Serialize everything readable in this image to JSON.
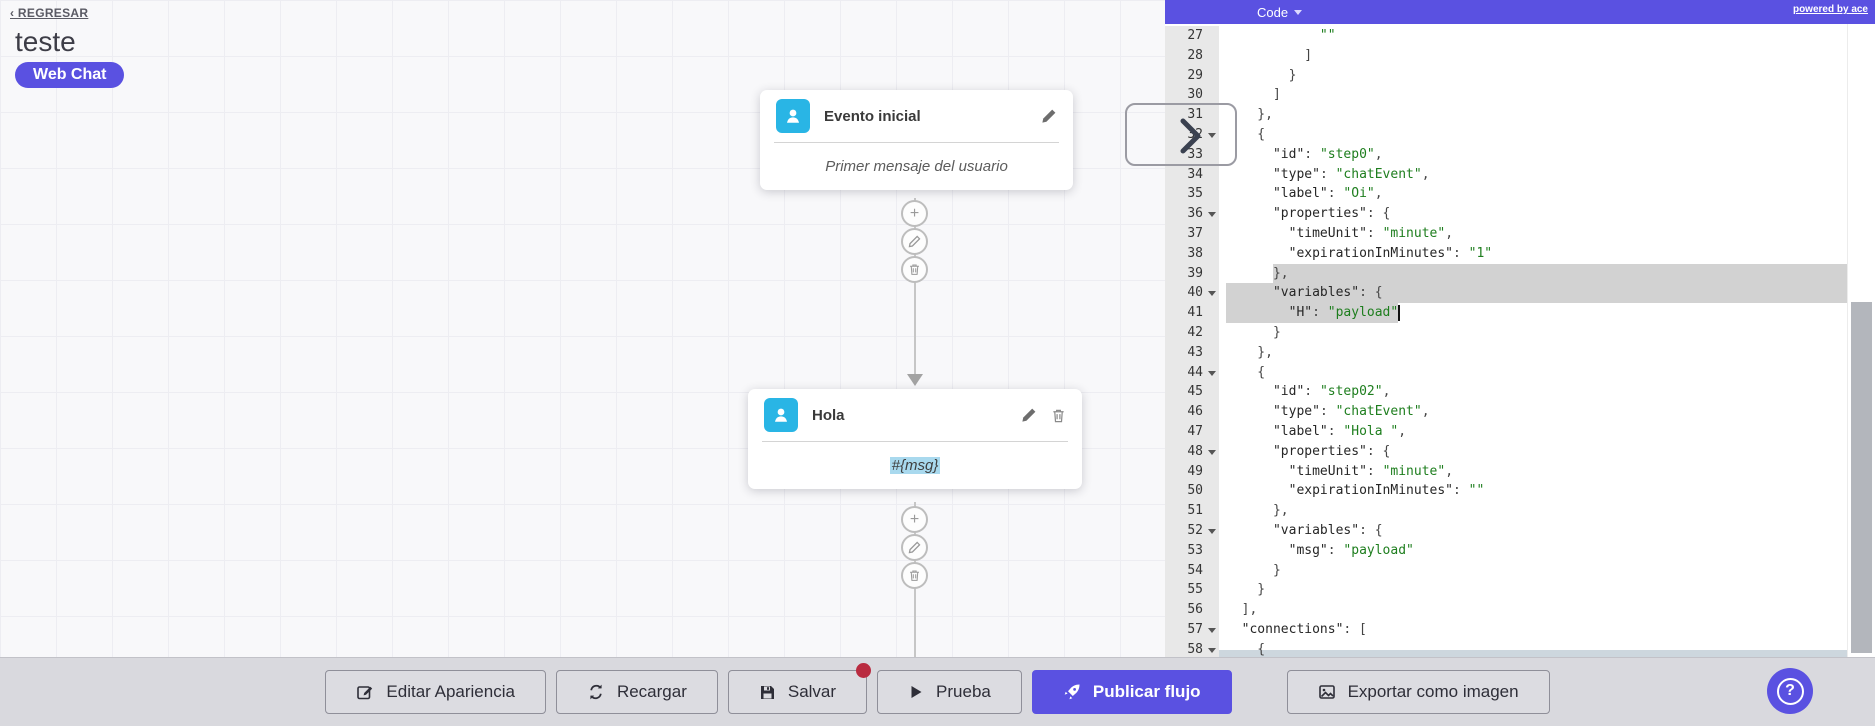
{
  "colors": {
    "accent": "#5a51e1",
    "node-ic": "#29b5e5",
    "str": "#1e7e1e",
    "sel": "#d2d2d2",
    "red": "#b92b40"
  },
  "canvas": {
    "back_link": "‹ REGRESAR",
    "flow_title": "teste",
    "channel_badge": "Web Chat",
    "nodes": [
      {
        "title": "Evento inicial",
        "body": "Primer mensaje del usuario"
      },
      {
        "title": "Hola",
        "body": "#{msg}"
      }
    ],
    "connector_plus": "+"
  },
  "editor": {
    "title": "Code",
    "powered_by": "powered by ace",
    "lines": [
      {
        "n": 27,
        "t": [
          [
            "            ",
            "p"
          ],
          [
            "\"\"",
            "s"
          ]
        ]
      },
      {
        "n": 28,
        "t": [
          [
            "          ]",
            "p"
          ]
        ]
      },
      {
        "n": 29,
        "t": [
          [
            "        }",
            "p"
          ]
        ]
      },
      {
        "n": 30,
        "t": [
          [
            "      ]",
            "p"
          ]
        ]
      },
      {
        "n": 31,
        "t": [
          [
            "    },",
            "p"
          ]
        ]
      },
      {
        "n": 32,
        "fold": true,
        "t": [
          [
            "    {",
            "p"
          ]
        ]
      },
      {
        "n": 33,
        "t": [
          [
            "      ",
            "p"
          ],
          [
            "\"id\"",
            "k"
          ],
          [
            ": ",
            "p"
          ],
          [
            "\"step0\"",
            "s"
          ],
          [
            ",",
            "p"
          ]
        ]
      },
      {
        "n": 34,
        "t": [
          [
            "      ",
            "p"
          ],
          [
            "\"type\"",
            "k"
          ],
          [
            ": ",
            "p"
          ],
          [
            "\"chatEvent\"",
            "s"
          ],
          [
            ",",
            "p"
          ]
        ]
      },
      {
        "n": 35,
        "t": [
          [
            "      ",
            "p"
          ],
          [
            "\"label\"",
            "k"
          ],
          [
            ": ",
            "p"
          ],
          [
            "\"Oi\"",
            "s"
          ],
          [
            ",",
            "p"
          ]
        ]
      },
      {
        "n": 36,
        "fold": true,
        "t": [
          [
            "      ",
            "p"
          ],
          [
            "\"properties\"",
            "k"
          ],
          [
            ": {",
            "p"
          ]
        ]
      },
      {
        "n": 37,
        "t": [
          [
            "        ",
            "p"
          ],
          [
            "\"timeUnit\"",
            "k"
          ],
          [
            ": ",
            "p"
          ],
          [
            "\"minute\"",
            "s"
          ],
          [
            ",",
            "p"
          ]
        ]
      },
      {
        "n": 38,
        "t": [
          [
            "        ",
            "p"
          ],
          [
            "\"expirationInMinutes\"",
            "k"
          ],
          [
            ": ",
            "p"
          ],
          [
            "\"1\"",
            "s"
          ]
        ]
      },
      {
        "n": 39,
        "sel": [
          6,
          -1
        ],
        "t": [
          [
            "      },",
            "p"
          ]
        ]
      },
      {
        "n": 40,
        "fold": true,
        "sel": [
          0,
          -1
        ],
        "t": [
          [
            "      ",
            "p"
          ],
          [
            "\"variables\"",
            "k"
          ],
          [
            ": {",
            "p"
          ]
        ]
      },
      {
        "n": 41,
        "sel": [
          0,
          22
        ],
        "cursor": 22,
        "t": [
          [
            "        ",
            "p"
          ],
          [
            "\"H\"",
            "k"
          ],
          [
            ": ",
            "p"
          ],
          [
            "\"payload\"",
            "s"
          ]
        ]
      },
      {
        "n": 42,
        "t": [
          [
            "      }",
            "p"
          ]
        ]
      },
      {
        "n": 43,
        "t": [
          [
            "    },",
            "p"
          ]
        ]
      },
      {
        "n": 44,
        "fold": true,
        "t": [
          [
            "    {",
            "p"
          ]
        ]
      },
      {
        "n": 45,
        "t": [
          [
            "      ",
            "p"
          ],
          [
            "\"id\"",
            "k"
          ],
          [
            ": ",
            "p"
          ],
          [
            "\"step02\"",
            "s"
          ],
          [
            ",",
            "p"
          ]
        ]
      },
      {
        "n": 46,
        "t": [
          [
            "      ",
            "p"
          ],
          [
            "\"type\"",
            "k"
          ],
          [
            ": ",
            "p"
          ],
          [
            "\"chatEvent\"",
            "s"
          ],
          [
            ",",
            "p"
          ]
        ]
      },
      {
        "n": 47,
        "t": [
          [
            "      ",
            "p"
          ],
          [
            "\"label\"",
            "k"
          ],
          [
            ": ",
            "p"
          ],
          [
            "\"Hola \"",
            "s"
          ],
          [
            ",",
            "p"
          ]
        ]
      },
      {
        "n": 48,
        "fold": true,
        "t": [
          [
            "      ",
            "p"
          ],
          [
            "\"properties\"",
            "k"
          ],
          [
            ": {",
            "p"
          ]
        ]
      },
      {
        "n": 49,
        "t": [
          [
            "        ",
            "p"
          ],
          [
            "\"timeUnit\"",
            "k"
          ],
          [
            ": ",
            "p"
          ],
          [
            "\"minute\"",
            "s"
          ],
          [
            ",",
            "p"
          ]
        ]
      },
      {
        "n": 50,
        "t": [
          [
            "        ",
            "p"
          ],
          [
            "\"expirationInMinutes\"",
            "k"
          ],
          [
            ": ",
            "p"
          ],
          [
            "\"\"",
            "s"
          ]
        ]
      },
      {
        "n": 51,
        "t": [
          [
            "      },",
            "p"
          ]
        ]
      },
      {
        "n": 52,
        "fold": true,
        "t": [
          [
            "      ",
            "p"
          ],
          [
            "\"variables\"",
            "k"
          ],
          [
            ": {",
            "p"
          ]
        ]
      },
      {
        "n": 53,
        "t": [
          [
            "        ",
            "p"
          ],
          [
            "\"msg\"",
            "k"
          ],
          [
            ": ",
            "p"
          ],
          [
            "\"payload\"",
            "s"
          ]
        ]
      },
      {
        "n": 54,
        "t": [
          [
            "      }",
            "p"
          ]
        ]
      },
      {
        "n": 55,
        "t": [
          [
            "    }",
            "p"
          ]
        ]
      },
      {
        "n": 56,
        "t": [
          [
            "  ],",
            "p"
          ]
        ]
      },
      {
        "n": 57,
        "fold": true,
        "t": [
          [
            "  ",
            "p"
          ],
          [
            "\"connections\"",
            "k"
          ],
          [
            ": [",
            "p"
          ]
        ]
      },
      {
        "n": 58,
        "fold": true,
        "t": [
          [
            "    {",
            "p"
          ]
        ]
      }
    ]
  },
  "toolbar": {
    "buttons": [
      {
        "label": "Editar Apariencia"
      },
      {
        "label": "Recargar"
      },
      {
        "label": "Salvar"
      },
      {
        "label": "Prueba"
      },
      {
        "label": "Publicar flujo"
      },
      {
        "label": "Exportar como imagen"
      }
    ]
  },
  "help_button": {
    "label": "?"
  }
}
